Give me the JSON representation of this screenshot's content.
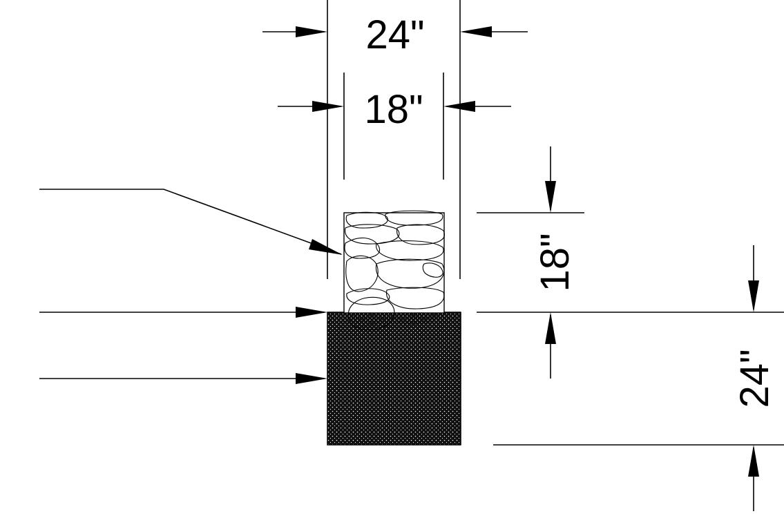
{
  "dimensions": {
    "top_outer_width": "24\"",
    "top_inner_width": "18\"",
    "right_stone_height": "18\"",
    "right_base_height": "24\""
  },
  "colors": {
    "ink": "#000000",
    "background": "#ffffff"
  }
}
